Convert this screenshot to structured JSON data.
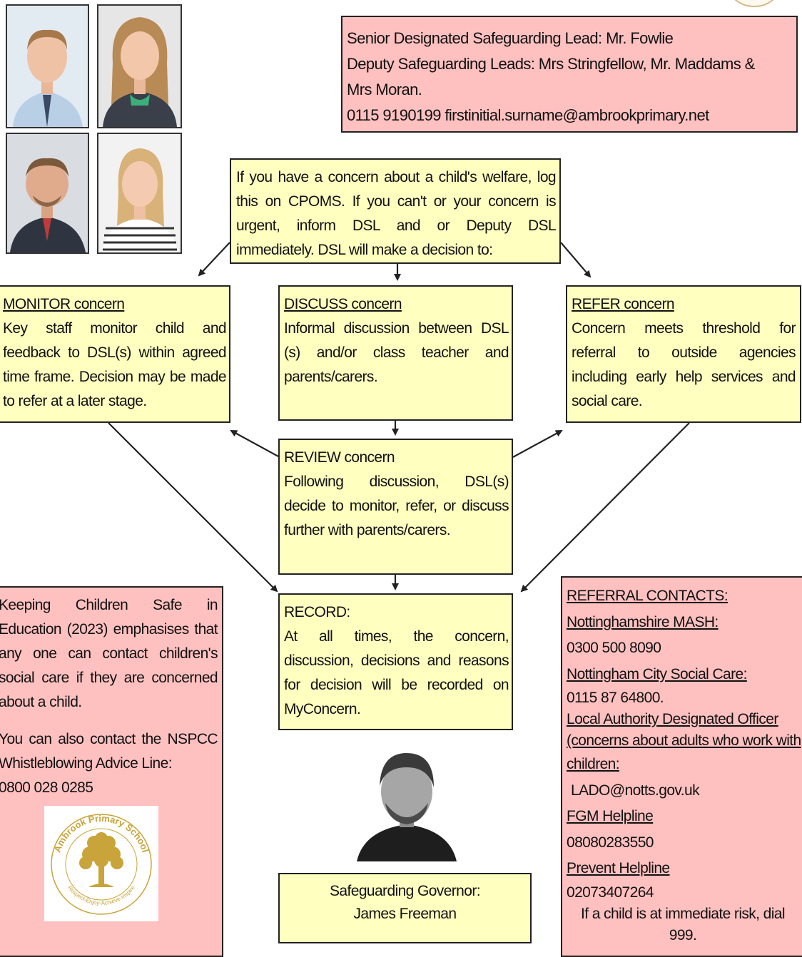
{
  "leads_box": {
    "line1": "Senior Designated Safeguarding Lead: Mr. Fowlie",
    "line2": "Deputy Safeguarding Leads: Mrs Stringfellow, Mr. Maddams &",
    "line3": "Mrs Moran.",
    "line4": "0115 9190199 firstinitial.surname@ambrookprimary.net"
  },
  "concern_box": {
    "text": "If you have a concern about a child's welfare, log this on CPOMS. If you can't or your concern is urgent, inform DSL and or Deputy DSL immediately. DSL will make a decision to:"
  },
  "monitor_box": {
    "title": "MONITOR concern",
    "text": "Key staff monitor child and feedback to DSL(s) within agreed time frame. Decision may be made to refer at a later stage."
  },
  "discuss_box": {
    "title": "DISCUSS concern",
    "text": "Informal discussion between DSL (s) and/or class teacher and parents/carers."
  },
  "refer_box": {
    "title": "REFER concern",
    "text": "Concern meets threshold for referral to outside agencies including early help services and social care."
  },
  "review_box": {
    "title": "REVIEW concern",
    "text": "Following discussion, DSL(s) decide to monitor, refer, or discuss further with parents/carers."
  },
  "record_box": {
    "title": "RECORD:",
    "text": "At all times, the concern, discussion, decisions and reasons for decision will be recorded on MyConcern."
  },
  "kcsie_box": {
    "para1": "Keeping Children Safe in Education (2023) emphasises that any one can contact children's social care if they are concerned about a child.",
    "para2": "You can also contact the NSPCC Whistleblowing Advice Line:",
    "phone": "0800 028 0285"
  },
  "logo": {
    "top_text": "Ambrook Primary School",
    "bottom_text": "Respect-Enjoy-Achieve-Inspire"
  },
  "governor_box": {
    "line1": "Safeguarding Governor:",
    "line2": "James Freeman"
  },
  "referral_box": {
    "title": "REFERRAL CONTACTS:",
    "mash_label": "Nottinghamshire MASH:",
    "mash_phone": "0300 500 8090",
    "city_label": "Nottingham City Social Care:",
    "city_phone": "0115 87 64800.",
    "lado_label1": "Local Authority Designated Officer",
    "lado_label2": "(concerns about adults who work with",
    "lado_label3": "children:",
    "lado_email": "LADO@notts.gov.uk",
    "fgm_label": "FGM Helpline",
    "fgm_phone": "08080283550",
    "prevent_label": "Prevent Helpline",
    "prevent_phone": "02073407264",
    "risk_line1": "If a child is at immediate risk, dial",
    "risk_line2": "999."
  },
  "colors": {
    "yellow_fill": "#ffffc0",
    "pink_fill": "#ffc0c0",
    "logo_gold": "#c9a43a"
  }
}
